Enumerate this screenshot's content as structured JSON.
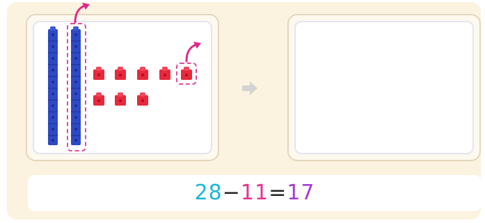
{
  "equation": {
    "minuend": "28",
    "minus": "−",
    "subtrahend": "11",
    "equals": "=",
    "result": "17"
  },
  "model": {
    "tens_rods_shown": 2,
    "unit_cubes_shown": 8,
    "tens_removed": 1,
    "units_removed": 1
  },
  "colors": {
    "rod": "#2e49c6",
    "cube": "#e8283c",
    "highlight": "#e24a9a",
    "minuend": "#19b7d8",
    "subtrahend": "#e8308c",
    "result": "#a53bd3",
    "arrow": "#d3d3d3"
  },
  "icons": [
    "tens-rod-icon",
    "unit-cube-icon",
    "curved-arrow-icon",
    "right-arrow-icon"
  ]
}
